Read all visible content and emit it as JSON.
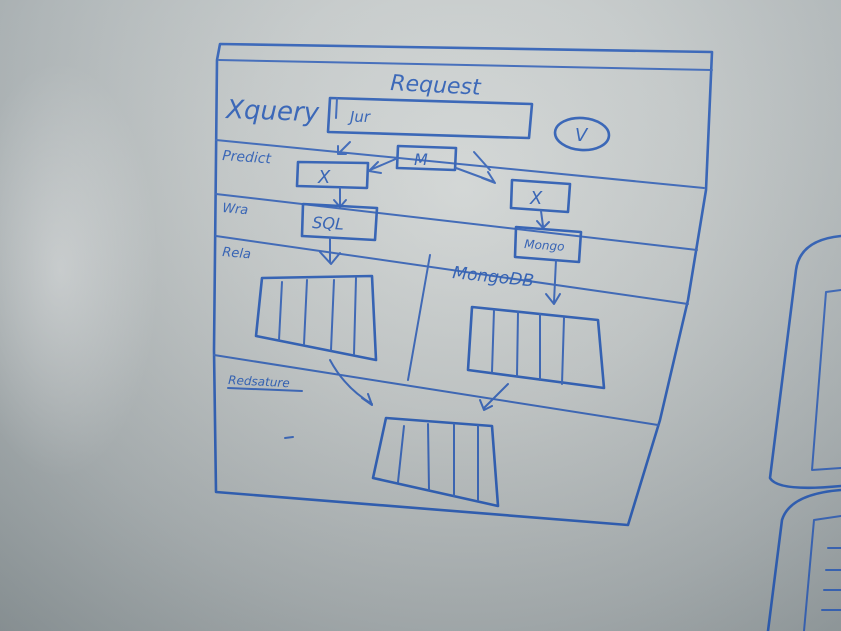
{
  "sketch": {
    "title": "Request",
    "query_label": "Xquery",
    "query_input_value": "Jur",
    "submit_button_label": "V",
    "row_labels": {
      "predict": "Predict",
      "wra": "Wra",
      "rela": "Rela",
      "redsatune": "Redsature"
    },
    "center_box_label": "M",
    "left_node_label": "X",
    "right_node_label": "X",
    "sql_box_label": "SQL",
    "mongo_box_label": "Mongo",
    "mongodb_label": "MongoDB",
    "ink_color": "#2f5fb5"
  }
}
